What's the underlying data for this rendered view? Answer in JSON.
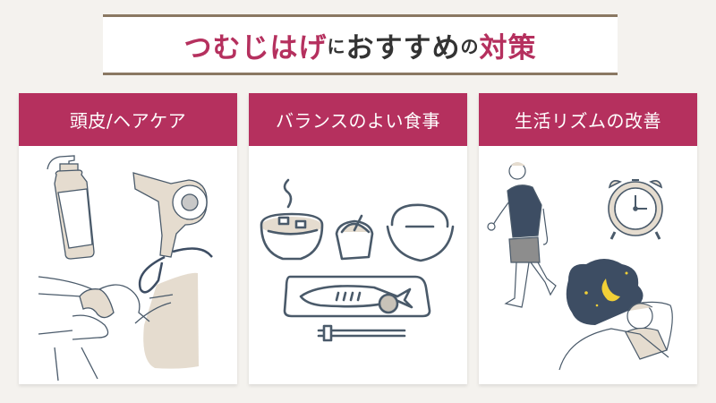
{
  "title": {
    "part1": "つむじはげ",
    "part2": "に",
    "part3": "おすすめ",
    "part4": "の",
    "part5": "対策"
  },
  "cards": [
    {
      "label": "頭皮/ヘアケア",
      "illustration": "shampoo-bottle, hair-dryer, scalp-massage"
    },
    {
      "label": "バランスのよい食事",
      "illustration": "miso-soup, side-dish, rice-bowl, grilled-fish, chopsticks"
    },
    {
      "label": "生活リズムの改善",
      "illustration": "walking-man, alarm-clock, sleeping-man-night"
    }
  ],
  "colors": {
    "accent": "#b5305e",
    "border": "#8a7862",
    "background": "#f4f2ee",
    "line": "#4a5a6a",
    "beige": "#e5dccf",
    "navy": "#3d4d63"
  }
}
